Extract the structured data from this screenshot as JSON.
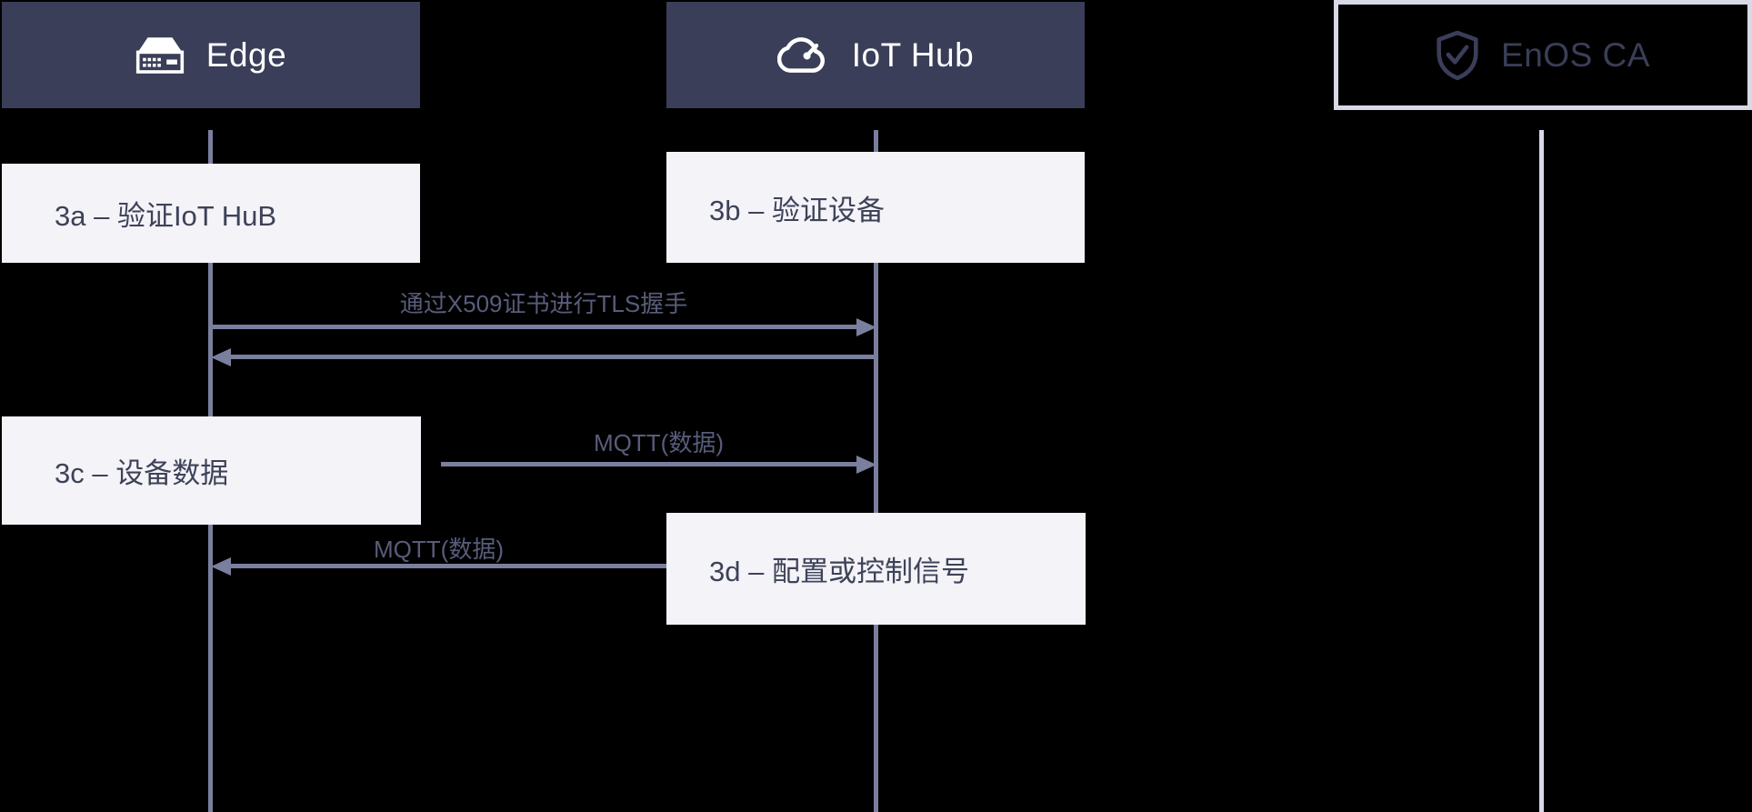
{
  "colors": {
    "background": "#000000",
    "participant_fill": "#3a3e58",
    "participant_text": "#ffffff",
    "outline_participant_border": "#d8d9e6",
    "outline_participant_text": "#3a3e58",
    "activity_fill": "#f3f3f8",
    "activity_text": "#3e4258",
    "line": "#7a7f9d",
    "ca_lifeline": "#d8d9e6",
    "message_text": "#585c7a"
  },
  "participants": [
    {
      "label": "Edge",
      "icon": "edge-device-icon",
      "style": "solid"
    },
    {
      "label": "IoT Hub",
      "icon": "iot-cloud-icon",
      "style": "solid"
    },
    {
      "label": "EnOS CA",
      "icon": "shield-check-icon",
      "style": "outline"
    }
  ],
  "activities": [
    {
      "id": "3a",
      "label": "3a – 验证IoT HuB"
    },
    {
      "id": "3b",
      "label": "3b – 验证设备"
    },
    {
      "id": "3c",
      "label": "3c – 设备数据"
    },
    {
      "id": "3d",
      "label": "3d – 配置或控制信号"
    }
  ],
  "messages": [
    {
      "label": "通过X509证书进行TLS握手",
      "from": "Edge",
      "to": "IoT Hub",
      "direction": "right"
    },
    {
      "label": "",
      "from": "IoT Hub",
      "to": "Edge",
      "direction": "left"
    },
    {
      "label": "MQTT(数据)",
      "from": "Edge",
      "to": "IoT Hub",
      "direction": "right"
    },
    {
      "label": "MQTT(数据)",
      "from": "IoT Hub",
      "to": "Edge",
      "direction": "left"
    }
  ]
}
